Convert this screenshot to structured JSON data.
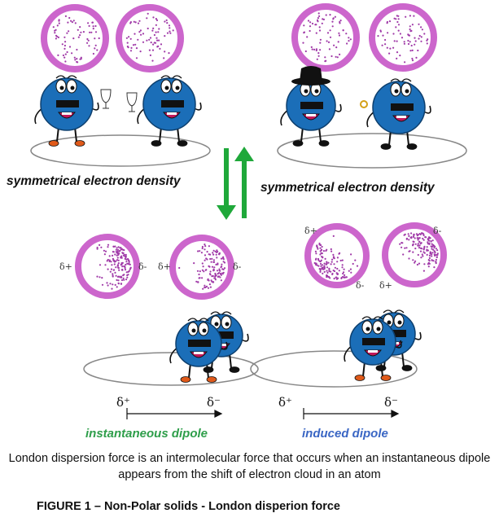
{
  "labels": {
    "symmetric_left": "symmetrical electron density",
    "symmetric_right": "symmetrical electron density",
    "instantaneous": "instantaneous dipole",
    "induced": "induced dipole",
    "description": "London dispersion force is an intermolecular force that occurs when an instantaneous dipole appears from the shift of electron cloud in an atom",
    "figure_caption": "FIGURE 1 – Non-Polar solids  - London disperion force"
  },
  "charges": {
    "dplus": "δ+",
    "dminus": "δ-",
    "big_plus": "δ⁺",
    "big_minus": "δ⁻"
  },
  "colors": {
    "ring": "#cc66cc",
    "dot": "#a03aa8",
    "body": "#1b6eb8",
    "arrow_green": "#1fa83a",
    "inst_text": "#2e9e4a",
    "ind_text": "#3a66c4"
  }
}
